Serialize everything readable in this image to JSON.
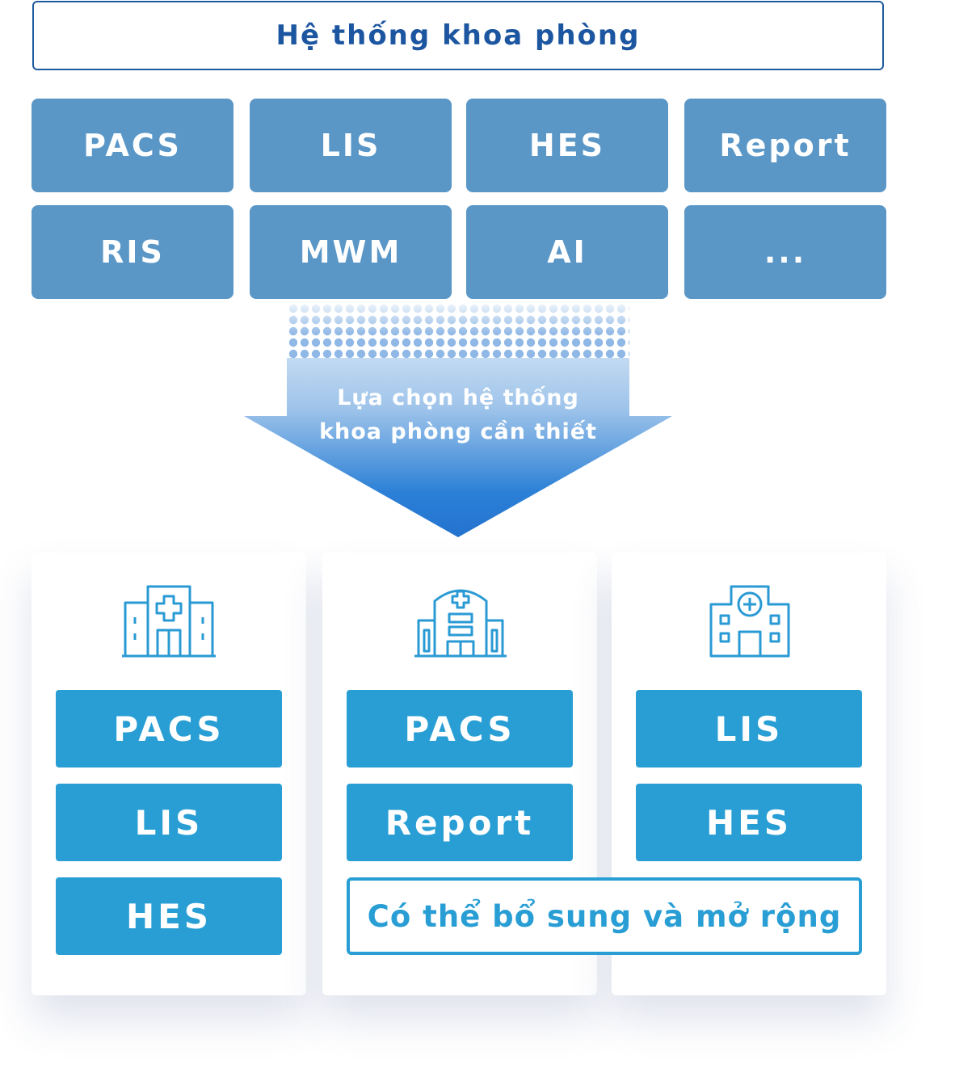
{
  "header": {
    "title": "Hệ thống khoa phòng"
  },
  "systems": [
    "PACS",
    "LIS",
    "HES",
    "Report",
    "RIS",
    "MWM",
    "AI",
    "..."
  ],
  "arrow": {
    "line1": "Lựa chọn hệ thống",
    "line2": "khoa phòng cần thiết"
  },
  "departments": [
    {
      "icon": "hospital-building-icon",
      "modules": [
        "PACS",
        "LIS",
        "HES"
      ]
    },
    {
      "icon": "clinic-building-icon",
      "modules": [
        "PACS",
        "Report"
      ]
    },
    {
      "icon": "medical-center-icon",
      "modules": [
        "LIS",
        "HES"
      ]
    }
  ],
  "expand_note": "Có thể bổ sung và mở rộng",
  "colors": {
    "header_text": "#1c56a0",
    "system_tile": "#5a97c7",
    "module_tile": "#289ed4",
    "arrow_top": "#a9caeb",
    "arrow_bottom": "#2277d3"
  }
}
